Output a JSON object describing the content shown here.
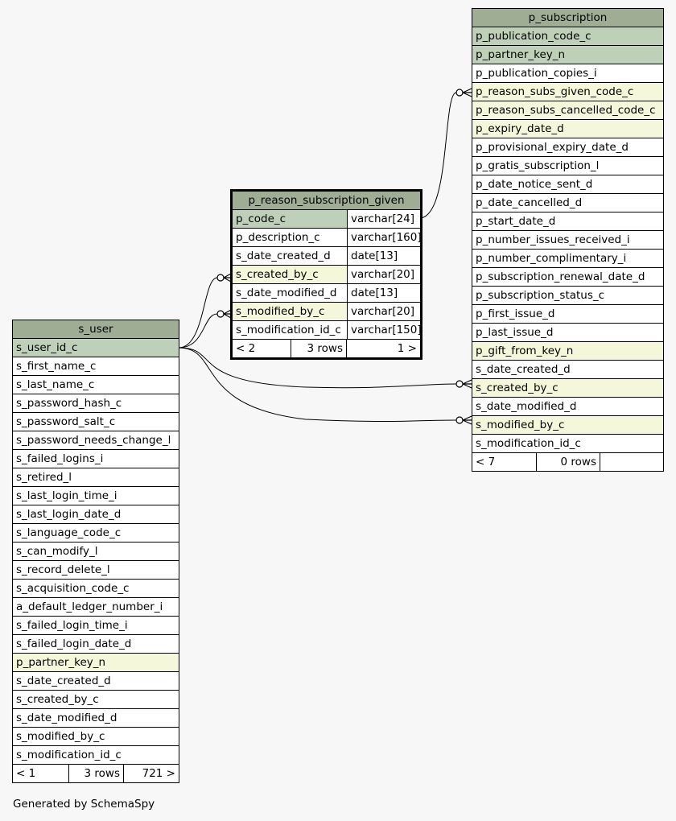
{
  "footer": "Generated by SchemaSpy",
  "tables": {
    "s_user": {
      "name": "s_user",
      "columns": [
        {
          "name": "s_user_id_c",
          "kind": "pk"
        },
        {
          "name": "s_first_name_c",
          "kind": ""
        },
        {
          "name": "s_last_name_c",
          "kind": ""
        },
        {
          "name": "s_password_hash_c",
          "kind": ""
        },
        {
          "name": "s_password_salt_c",
          "kind": ""
        },
        {
          "name": "s_password_needs_change_l",
          "kind": ""
        },
        {
          "name": "s_failed_logins_i",
          "kind": ""
        },
        {
          "name": "s_retired_l",
          "kind": ""
        },
        {
          "name": "s_last_login_time_i",
          "kind": ""
        },
        {
          "name": "s_last_login_date_d",
          "kind": ""
        },
        {
          "name": "s_language_code_c",
          "kind": ""
        },
        {
          "name": "s_can_modify_l",
          "kind": ""
        },
        {
          "name": "s_record_delete_l",
          "kind": ""
        },
        {
          "name": "s_acquisition_code_c",
          "kind": ""
        },
        {
          "name": "a_default_ledger_number_i",
          "kind": ""
        },
        {
          "name": "s_failed_login_time_i",
          "kind": ""
        },
        {
          "name": "s_failed_login_date_d",
          "kind": ""
        },
        {
          "name": "p_partner_key_n",
          "kind": "fk"
        },
        {
          "name": "s_date_created_d",
          "kind": ""
        },
        {
          "name": "s_created_by_c",
          "kind": ""
        },
        {
          "name": "s_date_modified_d",
          "kind": ""
        },
        {
          "name": "s_modified_by_c",
          "kind": ""
        },
        {
          "name": "s_modification_id_c",
          "kind": ""
        }
      ],
      "footer": {
        "parents": "< 1",
        "rows": "3 rows",
        "children": "721 >"
      }
    },
    "p_reason_subscription_given": {
      "name": "p_reason_subscription_given",
      "columns": [
        {
          "name": "p_code_c",
          "type": "varchar[24]",
          "kind": "pk"
        },
        {
          "name": "p_description_c",
          "type": "varchar[160]",
          "kind": ""
        },
        {
          "name": "s_date_created_d",
          "type": "date[13]",
          "kind": ""
        },
        {
          "name": "s_created_by_c",
          "type": "varchar[20]",
          "kind": "fk"
        },
        {
          "name": "s_date_modified_d",
          "type": "date[13]",
          "kind": ""
        },
        {
          "name": "s_modified_by_c",
          "type": "varchar[20]",
          "kind": "fk"
        },
        {
          "name": "s_modification_id_c",
          "type": "varchar[150]",
          "kind": ""
        }
      ],
      "footer": {
        "parents": "< 2",
        "rows": "3 rows",
        "children": "1 >"
      }
    },
    "p_subscription": {
      "name": "p_subscription",
      "columns": [
        {
          "name": "p_publication_code_c",
          "kind": "pk"
        },
        {
          "name": "p_partner_key_n",
          "kind": "pk"
        },
        {
          "name": "p_publication_copies_i",
          "kind": ""
        },
        {
          "name": "p_reason_subs_given_code_c",
          "kind": "fk"
        },
        {
          "name": "p_reason_subs_cancelled_code_c",
          "kind": "fk"
        },
        {
          "name": "p_expiry_date_d",
          "kind": "fk"
        },
        {
          "name": "p_provisional_expiry_date_d",
          "kind": ""
        },
        {
          "name": "p_gratis_subscription_l",
          "kind": ""
        },
        {
          "name": "p_date_notice_sent_d",
          "kind": ""
        },
        {
          "name": "p_date_cancelled_d",
          "kind": ""
        },
        {
          "name": "p_start_date_d",
          "kind": ""
        },
        {
          "name": "p_number_issues_received_i",
          "kind": ""
        },
        {
          "name": "p_number_complimentary_i",
          "kind": ""
        },
        {
          "name": "p_subscription_renewal_date_d",
          "kind": ""
        },
        {
          "name": "p_subscription_status_c",
          "kind": ""
        },
        {
          "name": "p_first_issue_d",
          "kind": ""
        },
        {
          "name": "p_last_issue_d",
          "kind": ""
        },
        {
          "name": "p_gift_from_key_n",
          "kind": "fk"
        },
        {
          "name": "s_date_created_d",
          "kind": ""
        },
        {
          "name": "s_created_by_c",
          "kind": "fk"
        },
        {
          "name": "s_date_modified_d",
          "kind": ""
        },
        {
          "name": "s_modified_by_c",
          "kind": "fk"
        },
        {
          "name": "s_modification_id_c",
          "kind": ""
        }
      ],
      "footer": {
        "parents": "< 7",
        "rows": "0 rows",
        "children": ""
      }
    }
  }
}
